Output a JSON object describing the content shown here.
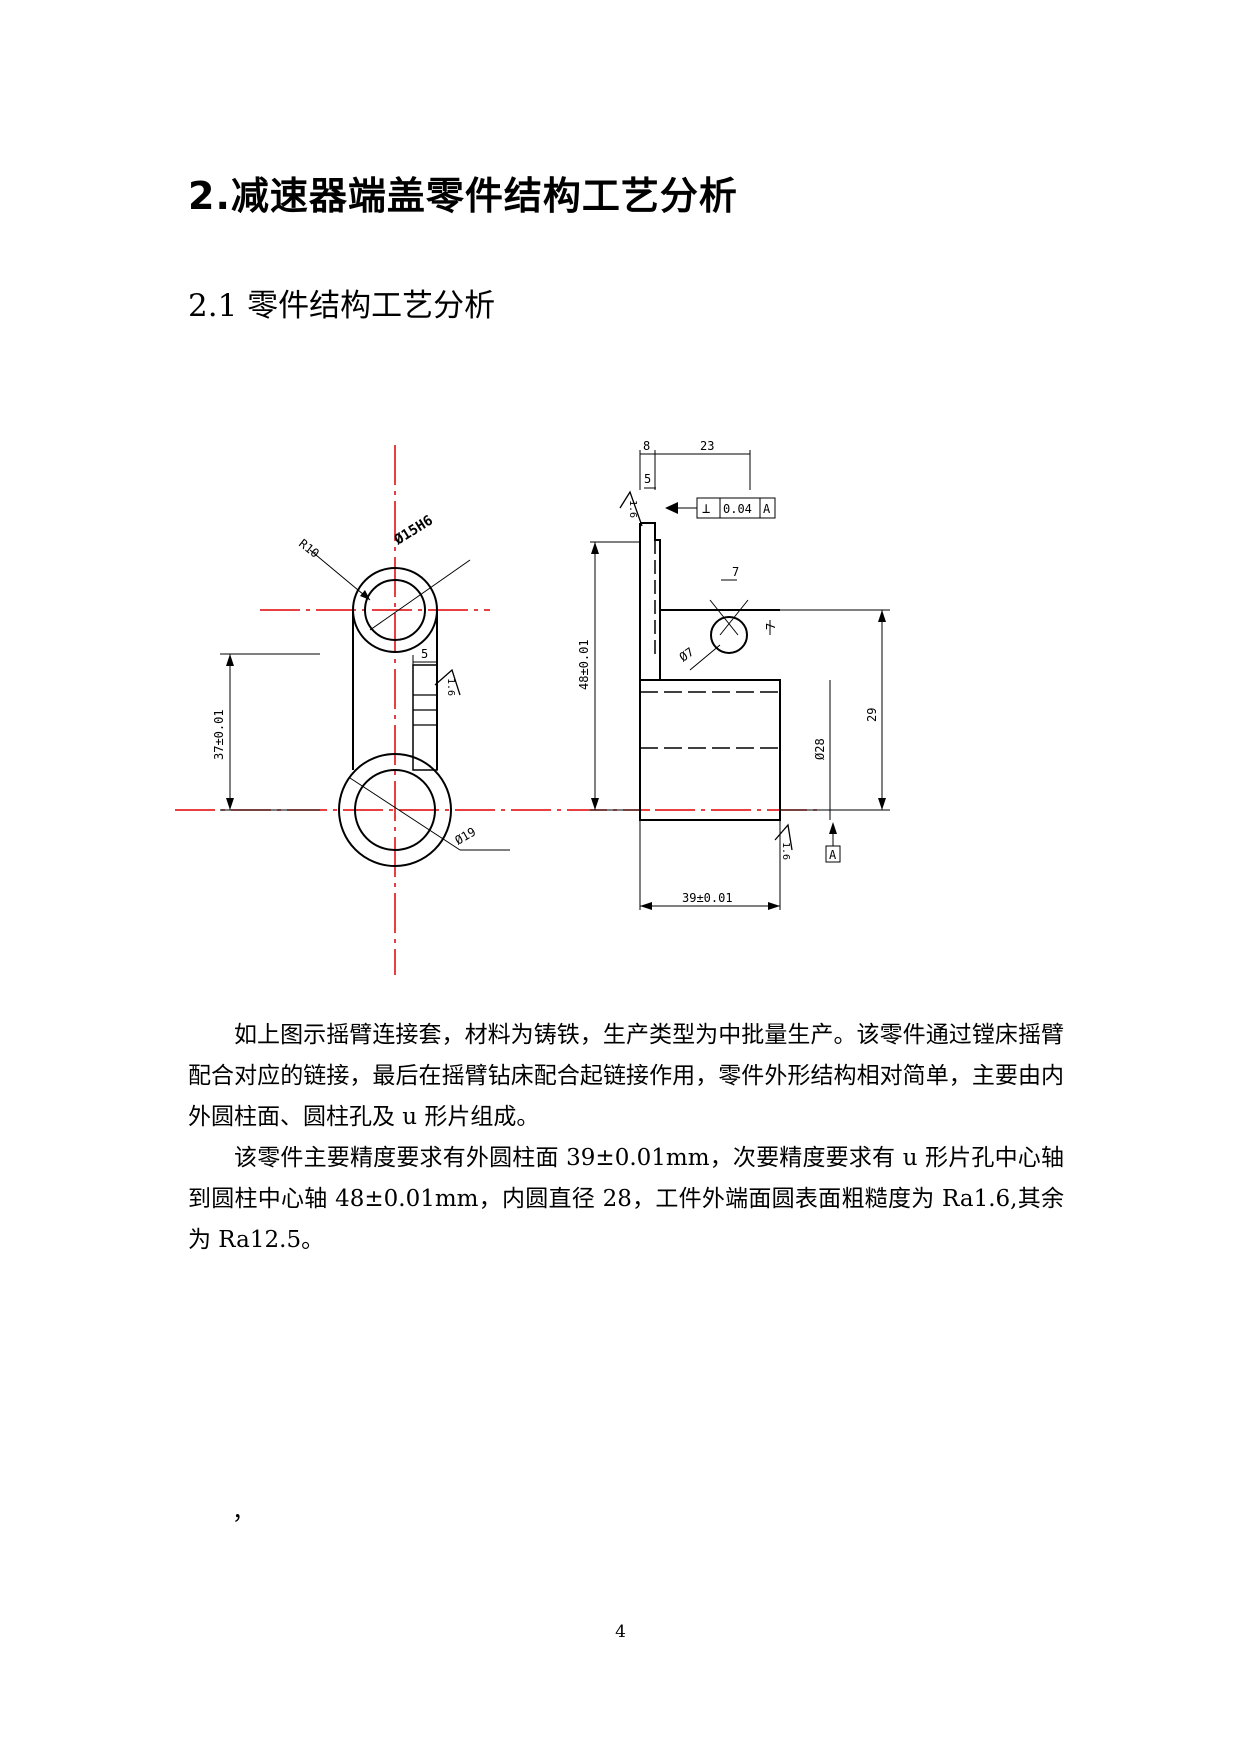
{
  "heading": "2.减速器端盖零件结构工艺分析",
  "subheading": "2.1 零件结构工艺分析",
  "drawing": {
    "left": {
      "r10": "R10",
      "bore_top": "Ø15H6",
      "slot_width": "5",
      "roughness": "1.6",
      "center_dist": "37±0.01",
      "outer_dia": "Ø19"
    },
    "right": {
      "dim_8": "8",
      "dim_23": "23",
      "dim_5": "5",
      "roughness_top": "1.6",
      "tolerance_value": "0.04",
      "datum_ref": "A",
      "dim_48": "48±0.01",
      "dim_7h": "7",
      "dim_7v": "7",
      "hole_dia": "Ø7",
      "dim_29": "29",
      "dim_28": "Ø28",
      "roughness_side": "1.6",
      "datum": "A",
      "dim_39": "39±0.01"
    }
  },
  "paragraphs": [
    "如上图示摇臂连接套，材料为铸铁，生产类型为中批量生产。该零件通过镗床摇臂配合对应的链接，最后在摇臂钻床配合起链接作用，零件外形结构相对简单，主要由内外圆柱面、圆柱孔及 u 形片组成。",
    "该零件主要精度要求有外圆柱面 39±0.01mm，次要精度要求有 u 形片孔中心轴到圆柱中心轴 48±0.01mm，内圆直径 28，工件外端面圆表面粗糙度为 Ra1.6,其余为 Ra12.5。"
  ],
  "stray_mark": "，",
  "page_number": "4"
}
